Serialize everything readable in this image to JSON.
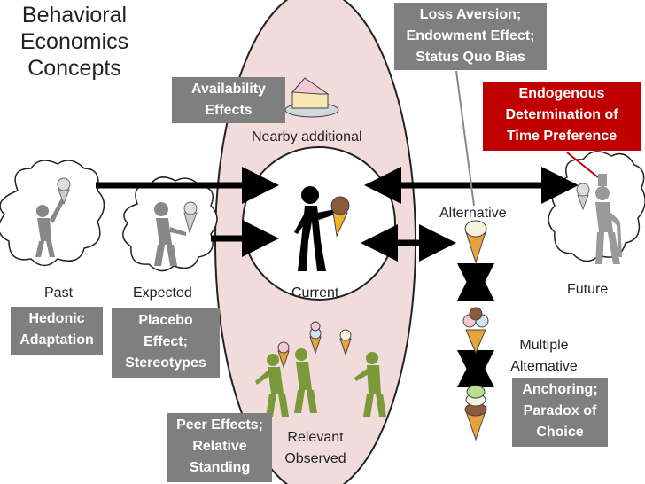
{
  "title": "Behavioral Economics Concepts",
  "labels": {
    "nearby": "Nearby additional",
    "alternative": "Alternative",
    "past": "Past",
    "expected": "Expected",
    "current": "Current",
    "future": "Future",
    "multiple_alternative": "Multiple Alternative",
    "relevant_observed": "Relevant Observed"
  },
  "boxes": {
    "loss_aversion": "Loss Aversion; Endowment Effect; Status Quo Bias",
    "availability": "Availability Effects",
    "endogenous": "Endogenous Determination of Time Preference",
    "hedonic": "Hedonic Adaptation",
    "placebo": "Placebo Effect; Stereotypes",
    "peer": "Peer Effects; Relative Standing",
    "anchoring": "Anchoring; Paradox of Choice"
  },
  "colors": {
    "ellipse_fill": "#f2dcdb",
    "grey_box": "#7f7f7f",
    "red_box": "#c00000",
    "peer_figures": "#7a9a3a"
  }
}
